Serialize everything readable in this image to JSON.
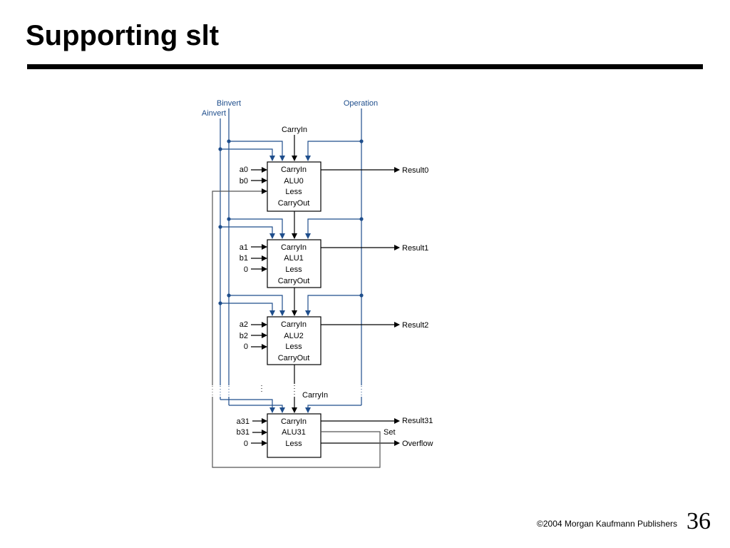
{
  "slide": {
    "title": "Supporting slt",
    "footer": "©2004 Morgan Kaufmann Publishers",
    "page_number": "36"
  },
  "diagram": {
    "control_labels": {
      "binvert": "Binvert",
      "ainvert": "Ainvert",
      "operation": "Operation",
      "carryin_top": "CarryIn",
      "carryin_mid": "CarryIn"
    },
    "alus": [
      {
        "name": "ALU0",
        "lines": [
          "CarryIn",
          "ALU0",
          "Less",
          "CarryOut"
        ],
        "inputs": [
          "a0",
          "b0"
        ],
        "result": "Result0"
      },
      {
        "name": "ALU1",
        "lines": [
          "CarryIn",
          "ALU1",
          "Less",
          "CarryOut"
        ],
        "inputs": [
          "a1",
          "b1",
          "0"
        ],
        "result": "Result1"
      },
      {
        "name": "ALU2",
        "lines": [
          "CarryIn",
          "ALU2",
          "Less",
          "CarryOut"
        ],
        "inputs": [
          "a2",
          "b2",
          "0"
        ],
        "result": "Result2"
      },
      {
        "name": "ALU31",
        "lines": [
          "CarryIn",
          "ALU31",
          "Less"
        ],
        "inputs": [
          "a31",
          "b31",
          "0"
        ],
        "result": "Result31"
      }
    ],
    "outputs": {
      "set": "Set",
      "overflow": "Overflow"
    },
    "colors": {
      "control": "#1f4e8c",
      "wire": "#000000",
      "feedback": "#555555"
    }
  }
}
